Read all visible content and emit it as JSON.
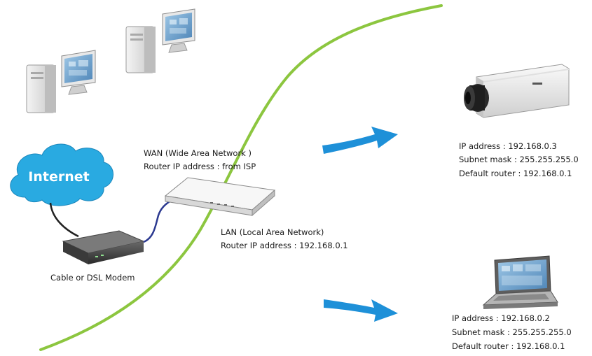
{
  "internet": {
    "label": "Internet"
  },
  "modem": {
    "label": "Cable or DSL Modem"
  },
  "wan": {
    "title": "WAN (Wide Area Network )",
    "router_ip": "Router IP address : from ISP"
  },
  "lan": {
    "title": "LAN (Local Area Network)",
    "router_ip": "Router IP address : 192.168.0.1"
  },
  "camera": {
    "ip": "IP address : 192.168.0.3",
    "subnet": "Subnet mask : 255.255.255.0",
    "gateway": "Default router : 192.168.0.1"
  },
  "laptop": {
    "ip": "IP address : 192.168.0.2",
    "subnet": "Subnet mask : 255.255.255.0",
    "gateway": "Default router : 192.168.0.1"
  },
  "colors": {
    "boundary_curve": "#8cc63f",
    "cloud": "#29aae1",
    "arrow": "#1e90d8",
    "cable_modem": "#222222",
    "cable_router": "#2b3990"
  }
}
